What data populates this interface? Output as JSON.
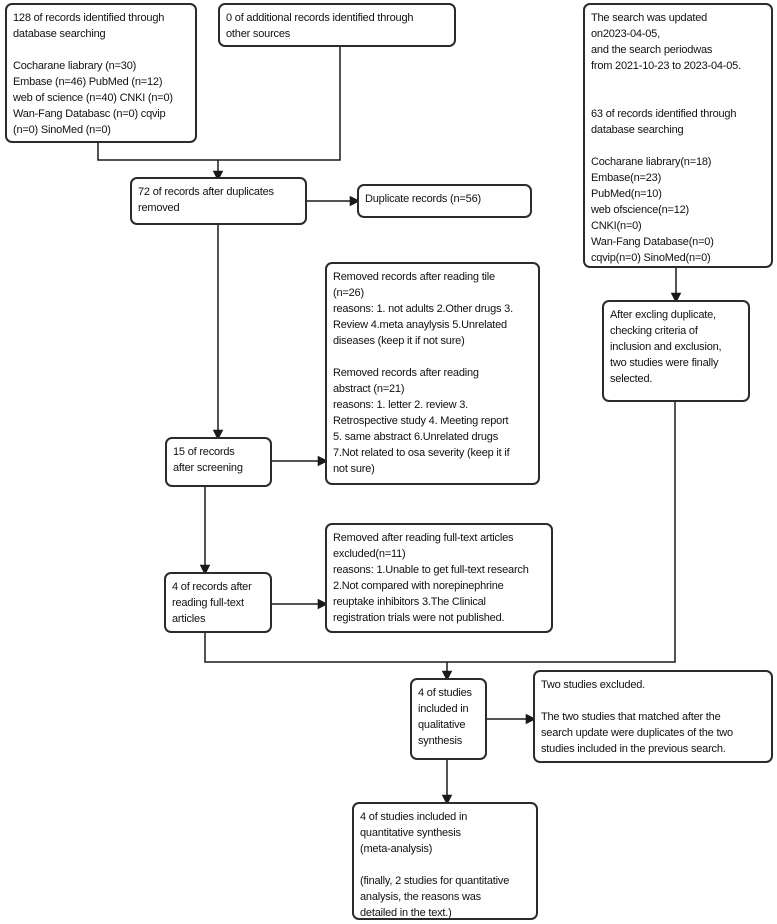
{
  "colors": {
    "background": "#ffffff",
    "box_border": "#2b2b2b",
    "line": "#1a1a1a",
    "text": "#111111"
  },
  "boxes": {
    "identified_initial": {
      "lines": [
        "128 of records identified through",
        "database searching",
        "",
        "Cocharane liabrary (n=30)",
        "Embase (n=46) PubMed (n=12)",
        "web of science (n=40) CNKI (n=0)",
        "Wan-Fang Databasc (n=0) cqvip",
        "(n=0) SinoMed (n=0)"
      ]
    },
    "additional_sources": {
      "lines": [
        "0 of additional records identified through",
        "other sources"
      ]
    },
    "search_update": {
      "lines": [
        "The search was updated",
        "on2023-04-05,",
        "and the search periodwas",
        "from 2021-10-23 to 2023-04-05.",
        "",
        "",
        "63 of records identified through",
        "database searching",
        "",
        "Cocharane liabrary(n=18)",
        "Embase(n=23)",
        "PubMed(n=10)",
        "web ofscience(n=12)",
        "CNKI(n=0)",
        "Wan-Fang Database(n=0)",
        "cqvip(n=0) SinoMed(n=0)"
      ]
    },
    "after_duplicates": {
      "lines": [
        "72 of records after duplicates",
        "removed"
      ]
    },
    "duplicate_records": {
      "lines": [
        "Duplicate records (n=56)"
      ]
    },
    "removed_title_abstract": {
      "lines": [
        "Removed records after reading tile",
        "(n=26)",
        "reasons: 1. not adults 2.Other drugs 3.",
        "Review 4.meta anaylysis 5.Unrelated",
        "diseases (keep it if not sure)",
        "",
        "Removed records after reading",
        "abstract (n=21)",
        "reasons: 1. letter 2. review 3.",
        "Retrospective study 4. Meeting report",
        "5. same abstract 6.Unrelated drugs",
        "7.Not related to osa severity (keep it if",
        "not sure)"
      ]
    },
    "after_screening": {
      "lines": [
        "15 of records",
        "after screening"
      ]
    },
    "update_selected": {
      "lines": [
        "After excling duplicate,",
        "checking criteria of",
        "inclusion and exclusion,",
        "two studies were finally",
        "selected."
      ]
    },
    "removed_fulltext": {
      "lines": [
        "Removed after reading full-text articles",
        "excluded(n=11)",
        "reasons: 1.Unable to get full-text research",
        "2.Not compared with norepinephrine",
        "reuptake inhibitors 3.The Clinical",
        "registration trials were not published."
      ]
    },
    "after_fulltext": {
      "lines": [
        "4 of records after",
        "reading full-text",
        "articles"
      ]
    },
    "qualitative": {
      "lines": [
        "4 of studies",
        "included in",
        "qualitative",
        "synthesis"
      ]
    },
    "update_excluded": {
      "lines": [
        "Two studies excluded.",
        "",
        "The two studies that matched after the",
        "search update were duplicates of the two",
        "studies included in the previous search."
      ]
    },
    "quantitative": {
      "lines": [
        "4 of studies included in",
        "quantitative synthesis",
        "(meta-analysis)",
        "",
        "(finally, 2 studies for quantitative",
        "analysis, the reasons was",
        "detailed in the text.)"
      ]
    }
  }
}
